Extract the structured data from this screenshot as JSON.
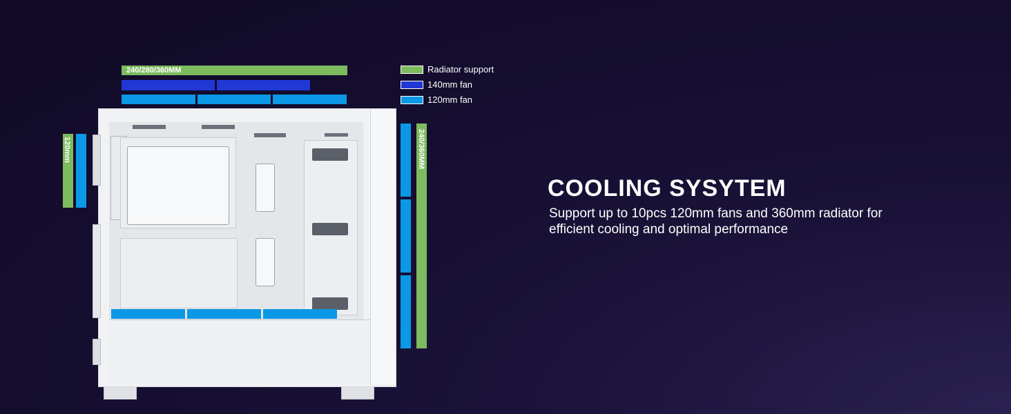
{
  "diagram": {
    "top_radiator_label": "240/280/360MM",
    "front_radiator_label": "240/360MM",
    "rear_fan_label": "120mm"
  },
  "legend": {
    "items": [
      {
        "label": "Radiator support",
        "color": "#7dbb5f"
      },
      {
        "label": "140mm fan",
        "color": "#2038d6"
      },
      {
        "label": "120mm fan",
        "color": "#0b98e6"
      }
    ]
  },
  "feature": {
    "title": "COOLING SYSYTEM",
    "description_line1": "Support up to 10pcs 120mm fans and 360mm radiator for",
    "description_line2": "efficient cooling and optimal performance"
  }
}
